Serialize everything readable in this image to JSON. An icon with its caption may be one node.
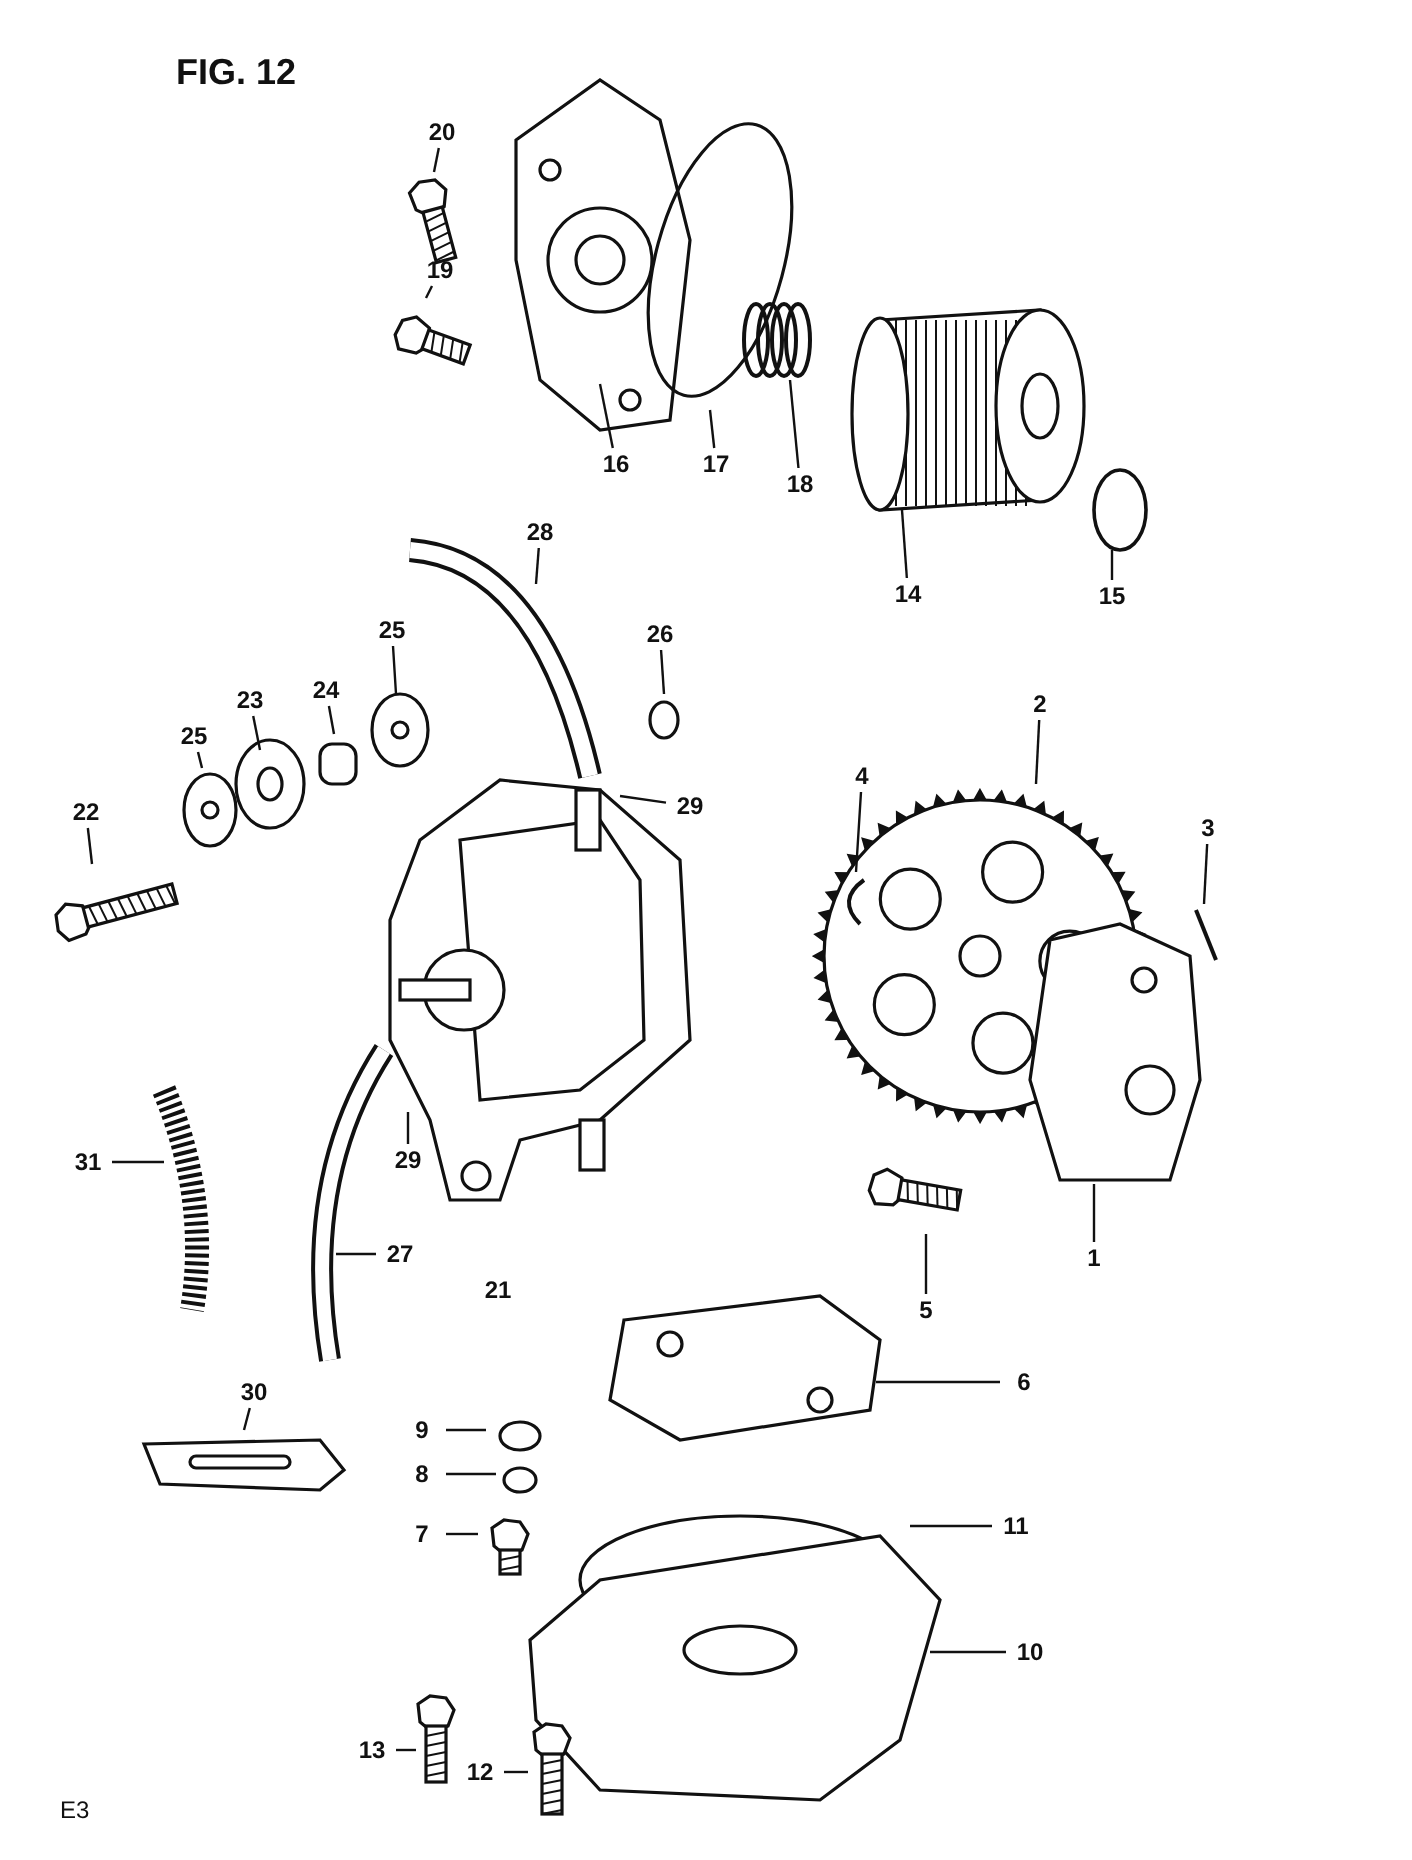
{
  "diagram": {
    "title": "FIG. 12",
    "nodes": [
      {
        "text": [
          "20"
        ]
      },
      {
        "text": [
          "19"
        ]
      },
      {
        "text": [
          "16"
        ]
      },
      {
        "text": [
          "17"
        ]
      },
      {
        "text": [
          "18"
        ]
      },
      {
        "text": [
          "14"
        ]
      },
      {
        "text": [
          "15"
        ]
      },
      {
        "text": [
          "28"
        ]
      },
      {
        "text": [
          "25"
        ]
      },
      {
        "text": [
          "26"
        ]
      },
      {
        "text": [
          "23"
        ]
      },
      {
        "text": [
          "24"
        ]
      },
      {
        "text": [
          "25"
        ]
      },
      {
        "text": [
          "22"
        ]
      },
      {
        "text": [
          "2"
        ]
      },
      {
        "text": [
          "4"
        ]
      },
      {
        "text": [
          "3"
        ]
      },
      {
        "text": [
          "29"
        ]
      },
      {
        "text": [
          "29"
        ]
      },
      {
        "text": [
          "31"
        ]
      },
      {
        "text": [
          "27"
        ]
      },
      {
        "text": [
          "21"
        ]
      },
      {
        "text": [
          "1"
        ]
      },
      {
        "text": [
          "5"
        ]
      },
      {
        "text": [
          "6"
        ]
      },
      {
        "text": [
          "30"
        ]
      },
      {
        "text": [
          "9"
        ]
      },
      {
        "text": [
          "8"
        ]
      },
      {
        "text": [
          "11"
        ]
      },
      {
        "text": [
          "7"
        ]
      },
      {
        "text": [
          "10"
        ]
      },
      {
        "text": [
          "13"
        ]
      },
      {
        "text": [
          "12"
        ]
      }
    ],
    "edges": [
      {
        "from": 0,
        "to": null,
        "arrow": "none"
      },
      {
        "from": 1,
        "to": null,
        "arrow": "none"
      },
      {
        "from": 2,
        "to": null,
        "arrow": "none"
      },
      {
        "from": 3,
        "to": null,
        "arrow": "none"
      },
      {
        "from": 4,
        "to": null,
        "arrow": "none"
      },
      {
        "from": 5,
        "to": null,
        "arrow": "none"
      },
      {
        "from": 6,
        "to": null,
        "arrow": "none"
      },
      {
        "from": 7,
        "to": null,
        "arrow": "none"
      },
      {
        "from": 8,
        "to": null,
        "arrow": "none"
      },
      {
        "from": 9,
        "to": null,
        "arrow": "none"
      },
      {
        "from": 10,
        "to": null,
        "arrow": "none"
      },
      {
        "from": 11,
        "to": null,
        "arrow": "none"
      },
      {
        "from": 12,
        "to": null,
        "arrow": "none"
      },
      {
        "from": 13,
        "to": null,
        "arrow": "none"
      },
      {
        "from": 14,
        "to": null,
        "arrow": "none"
      },
      {
        "from": 15,
        "to": null,
        "arrow": "none"
      },
      {
        "from": 16,
        "to": null,
        "arrow": "none"
      },
      {
        "from": 17,
        "to": null,
        "arrow": "none"
      },
      {
        "from": 18,
        "to": null,
        "arrow": "none"
      },
      {
        "from": 19,
        "to": null,
        "arrow": "none"
      },
      {
        "from": 20,
        "to": null,
        "arrow": "none"
      },
      {
        "from": 22,
        "to": null,
        "arrow": "none"
      },
      {
        "from": 23,
        "to": null,
        "arrow": "none"
      },
      {
        "from": 24,
        "to": null,
        "arrow": "none"
      },
      {
        "from": 25,
        "to": null,
        "arrow": "none"
      },
      {
        "from": 26,
        "to": null,
        "arrow": "none"
      },
      {
        "from": 27,
        "to": null,
        "arrow": "none"
      },
      {
        "from": 28,
        "to": null,
        "arrow": "none"
      },
      {
        "from": 29,
        "to": null,
        "arrow": "none"
      },
      {
        "from": 30,
        "to": null,
        "arrow": "none"
      },
      {
        "from": 31,
        "to": null,
        "arrow": "none"
      },
      {
        "from": 32,
        "to": null,
        "arrow": "none"
      }
    ],
    "labels": [
      "E3"
    ]
  }
}
